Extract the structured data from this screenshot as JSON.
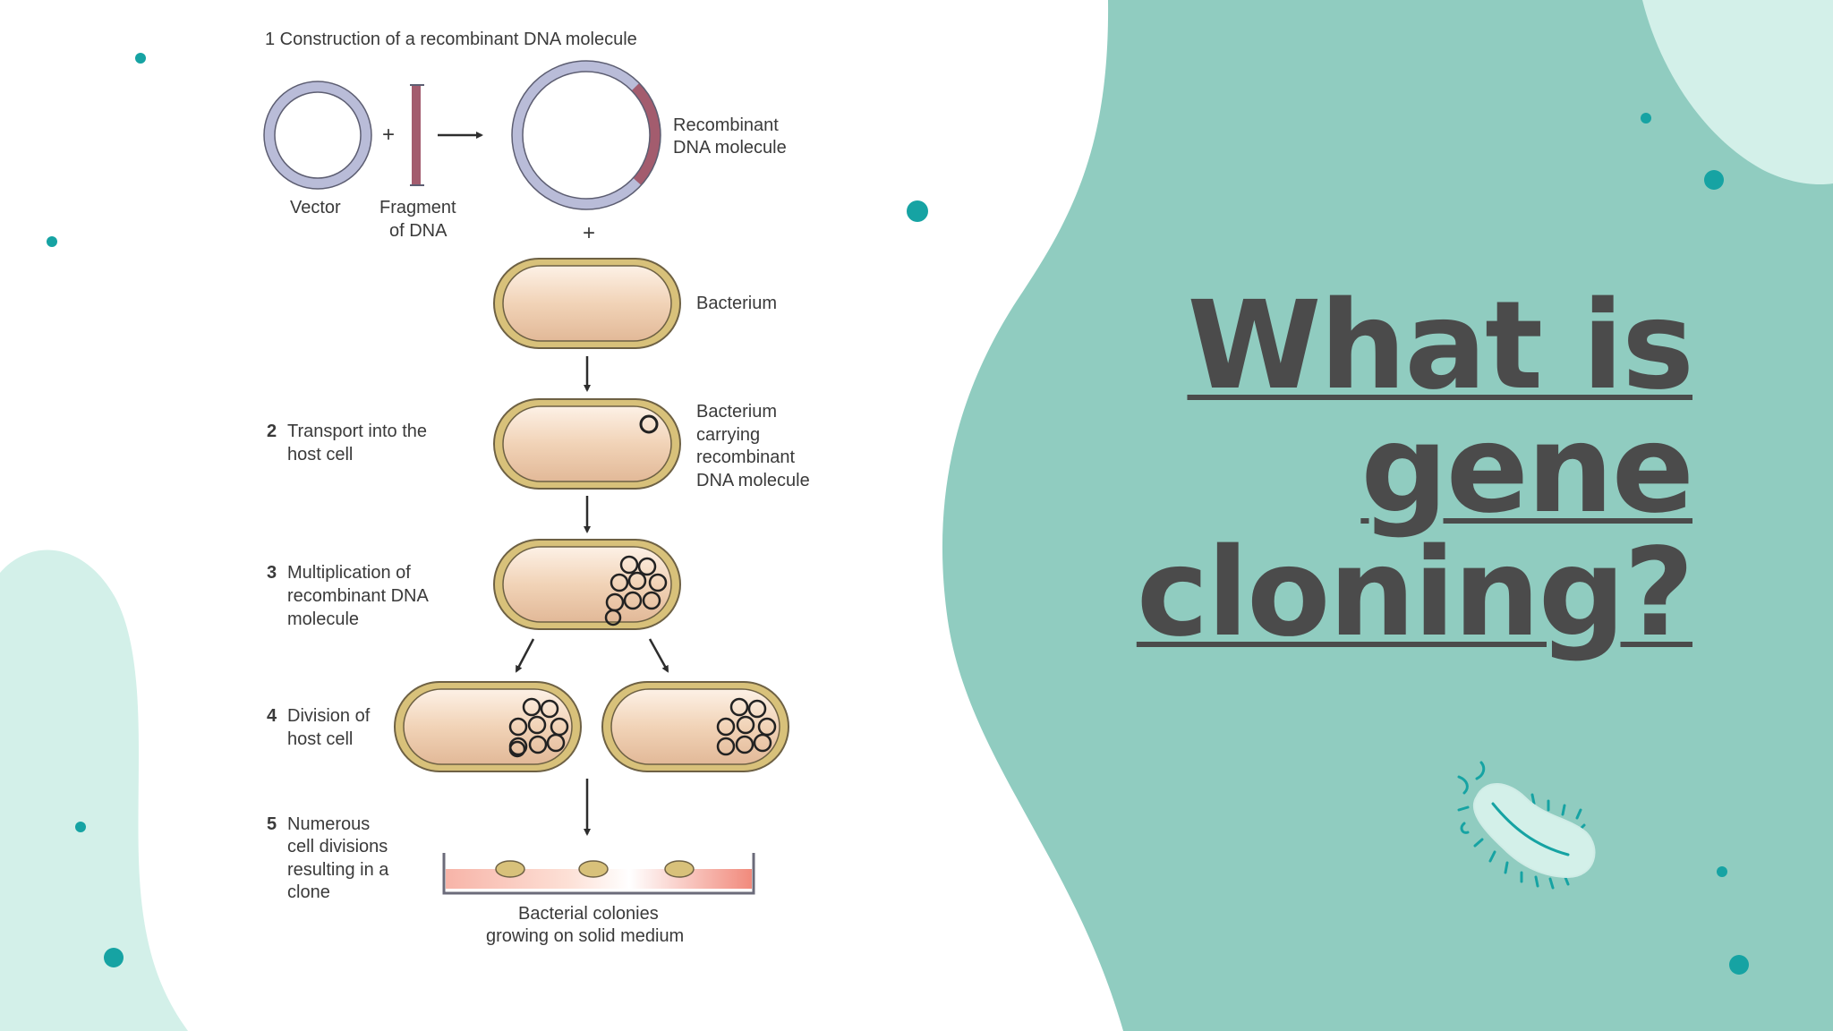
{
  "slide": {
    "title_lines": [
      "What is",
      "gene",
      "cloning?"
    ],
    "colors": {
      "blob_teal": "#90ccc0",
      "blob_light": "#d3f0e9",
      "dot_teal": "#16a3a3",
      "title": "#4b4b4b"
    }
  },
  "diagram": {
    "header": "1 Construction of a recombinant DNA molecule",
    "labels": {
      "vector": "Vector",
      "fragment_1": "Fragment",
      "fragment_2": "of DNA",
      "plus_1": "+",
      "plus_2": "+",
      "recombinant_1": "Recombinant",
      "recombinant_2": "DNA molecule",
      "bacterium": "Bacterium",
      "carrying_1": "Bacterium",
      "carrying_2": "carrying",
      "carrying_3": "recombinant",
      "carrying_4": "DNA molecule",
      "colonies_1": "Bacterial colonies",
      "colonies_2": "growing on solid medium"
    },
    "steps": [
      {
        "num": "2",
        "lines": [
          "Transport into the",
          "host cell"
        ]
      },
      {
        "num": "3",
        "lines": [
          "Multiplication of",
          "recombinant DNA",
          "molecule"
        ]
      },
      {
        "num": "4",
        "lines": [
          "Division of",
          "host cell"
        ]
      },
      {
        "num": "5",
        "lines": [
          "Numerous",
          "cell divisions",
          "resulting in a",
          "clone"
        ]
      }
    ]
  },
  "icons": {
    "decoration": "bacterium-icon"
  }
}
